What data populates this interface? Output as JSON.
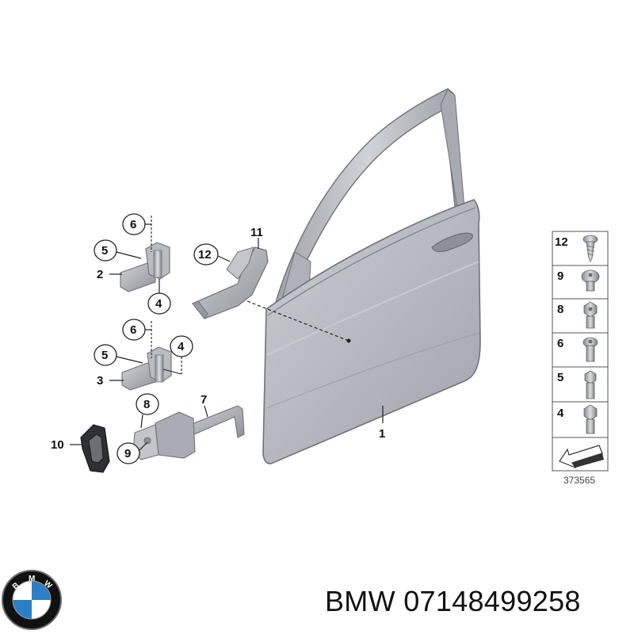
{
  "caption": {
    "brand": "BMW",
    "part_number": "07148499258"
  },
  "logo": {
    "letters": [
      "B",
      "M",
      "W"
    ],
    "icon": "bmw-roundel-icon",
    "colors": {
      "ring": "#111111",
      "blue": "#2b7fc4",
      "white": "#ffffff"
    }
  },
  "diagram": {
    "drawing_number": "373565",
    "callouts": {
      "c1": "1",
      "c2": "2",
      "c3": "3",
      "c4a": "4",
      "c4b": "4",
      "c5a": "5",
      "c5b": "5",
      "c6a": "6",
      "c6b": "6",
      "c7": "7",
      "c8": "8",
      "c9": "9",
      "c10": "10",
      "c11": "11",
      "c12": "12"
    },
    "legend": [
      {
        "number": "12",
        "icon": "self-tapping-screw-icon"
      },
      {
        "number": "9",
        "icon": "torx-button-head-screw-icon"
      },
      {
        "number": "8",
        "icon": "hex-flange-bolt-icon"
      },
      {
        "number": "6",
        "icon": "torx-bolt-icon"
      },
      {
        "number": "5",
        "icon": "hex-bolt-icon"
      },
      {
        "number": "4",
        "icon": "hex-collar-bolt-icon"
      }
    ],
    "legend_footer_icon": "arrow-indicator-icon",
    "colors": {
      "part_fill": "#b8bcc2",
      "part_edge": "#6f7379",
      "door_fill": "#b3b7bd"
    }
  }
}
